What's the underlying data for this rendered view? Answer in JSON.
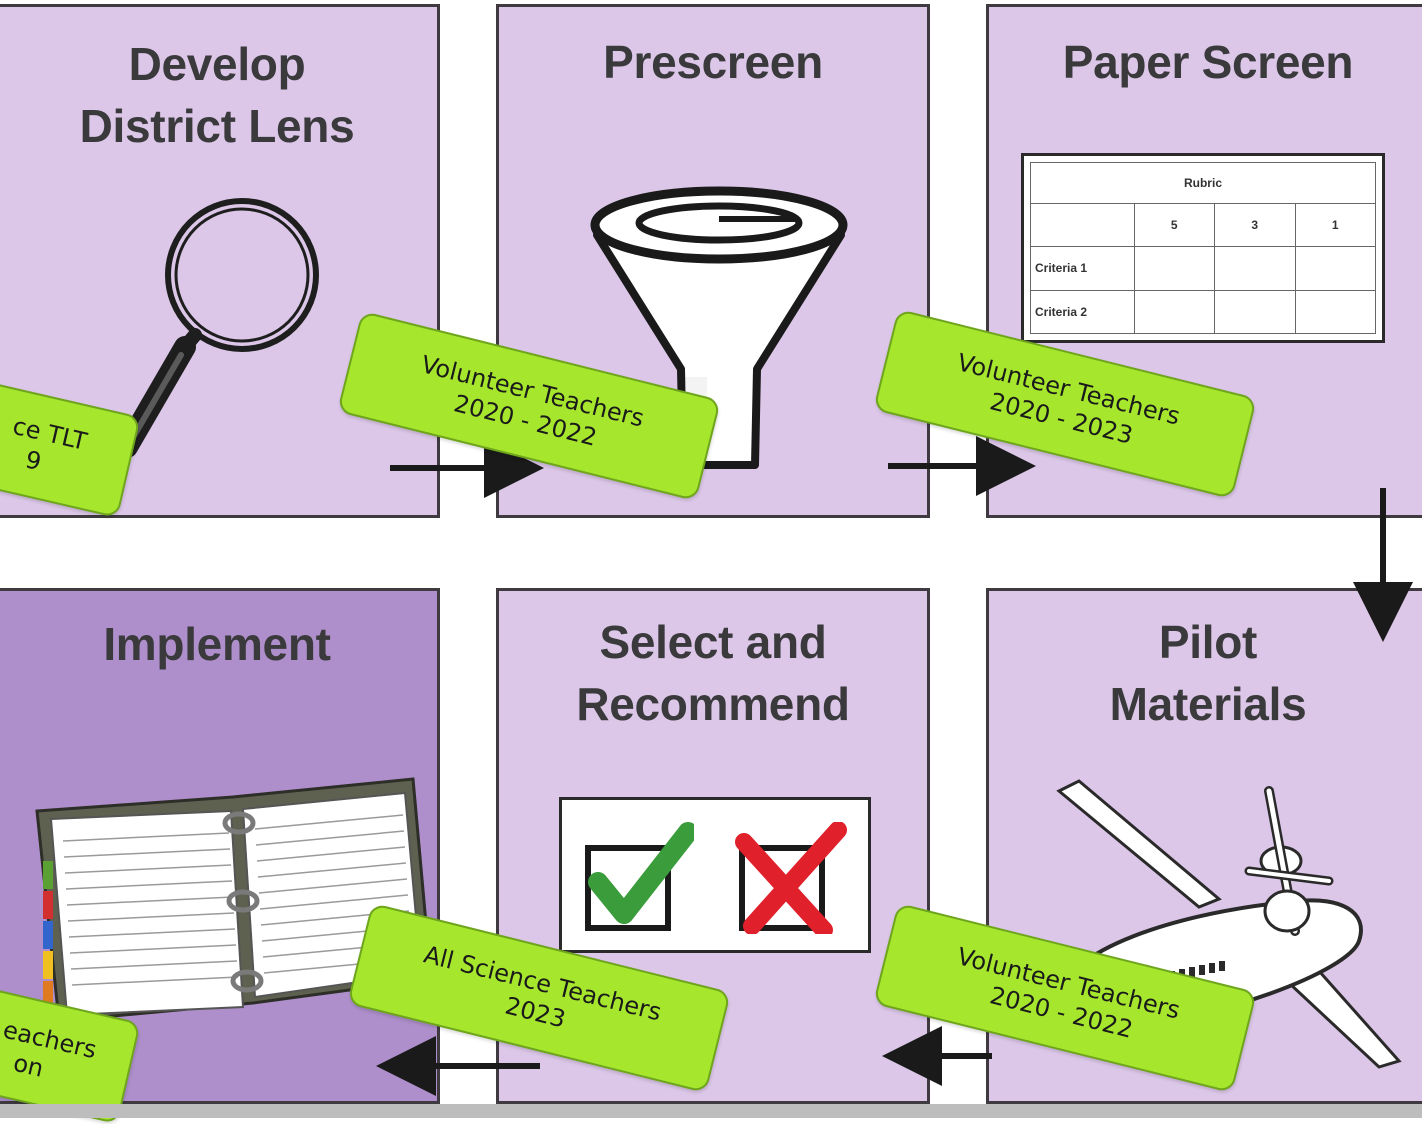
{
  "panels": {
    "develop": {
      "title_line1": "Develop",
      "title_line2": "District Lens"
    },
    "prescreen": {
      "title": "Prescreen"
    },
    "paper": {
      "title": "Paper Screen",
      "rubric": {
        "title": "Rubric",
        "scores": [
          "5",
          "3",
          "1"
        ],
        "criteria": [
          "Criteria 1",
          "Criteria 2"
        ]
      }
    },
    "implement": {
      "title": "Implement"
    },
    "select": {
      "title_line1": "Select and",
      "title_line2": "Recommend"
    },
    "pilot": {
      "title_line1": "Pilot",
      "title_line2": "Materials"
    }
  },
  "notes": {
    "develop": {
      "line1": "ce TLT",
      "line2": "9"
    },
    "prescreen": {
      "line1": "Volunteer Teachers",
      "line2": "2020 - 2022"
    },
    "paper": {
      "line1": "Volunteer Teachers",
      "line2": "2020 - 2023"
    },
    "implement": {
      "line1": "eachers",
      "line2": "on"
    },
    "select": {
      "line1": "All Science Teachers",
      "line2": "2023"
    },
    "pilot": {
      "line1": "Volunteer Teachers",
      "line2": "2020 - 2022"
    }
  },
  "colors": {
    "panel": "#dcc7e8",
    "panel_dark": "#ae8fcb",
    "sticky": "#a6e72e",
    "check": "#3a9c3a",
    "cross": "#e0202a"
  }
}
